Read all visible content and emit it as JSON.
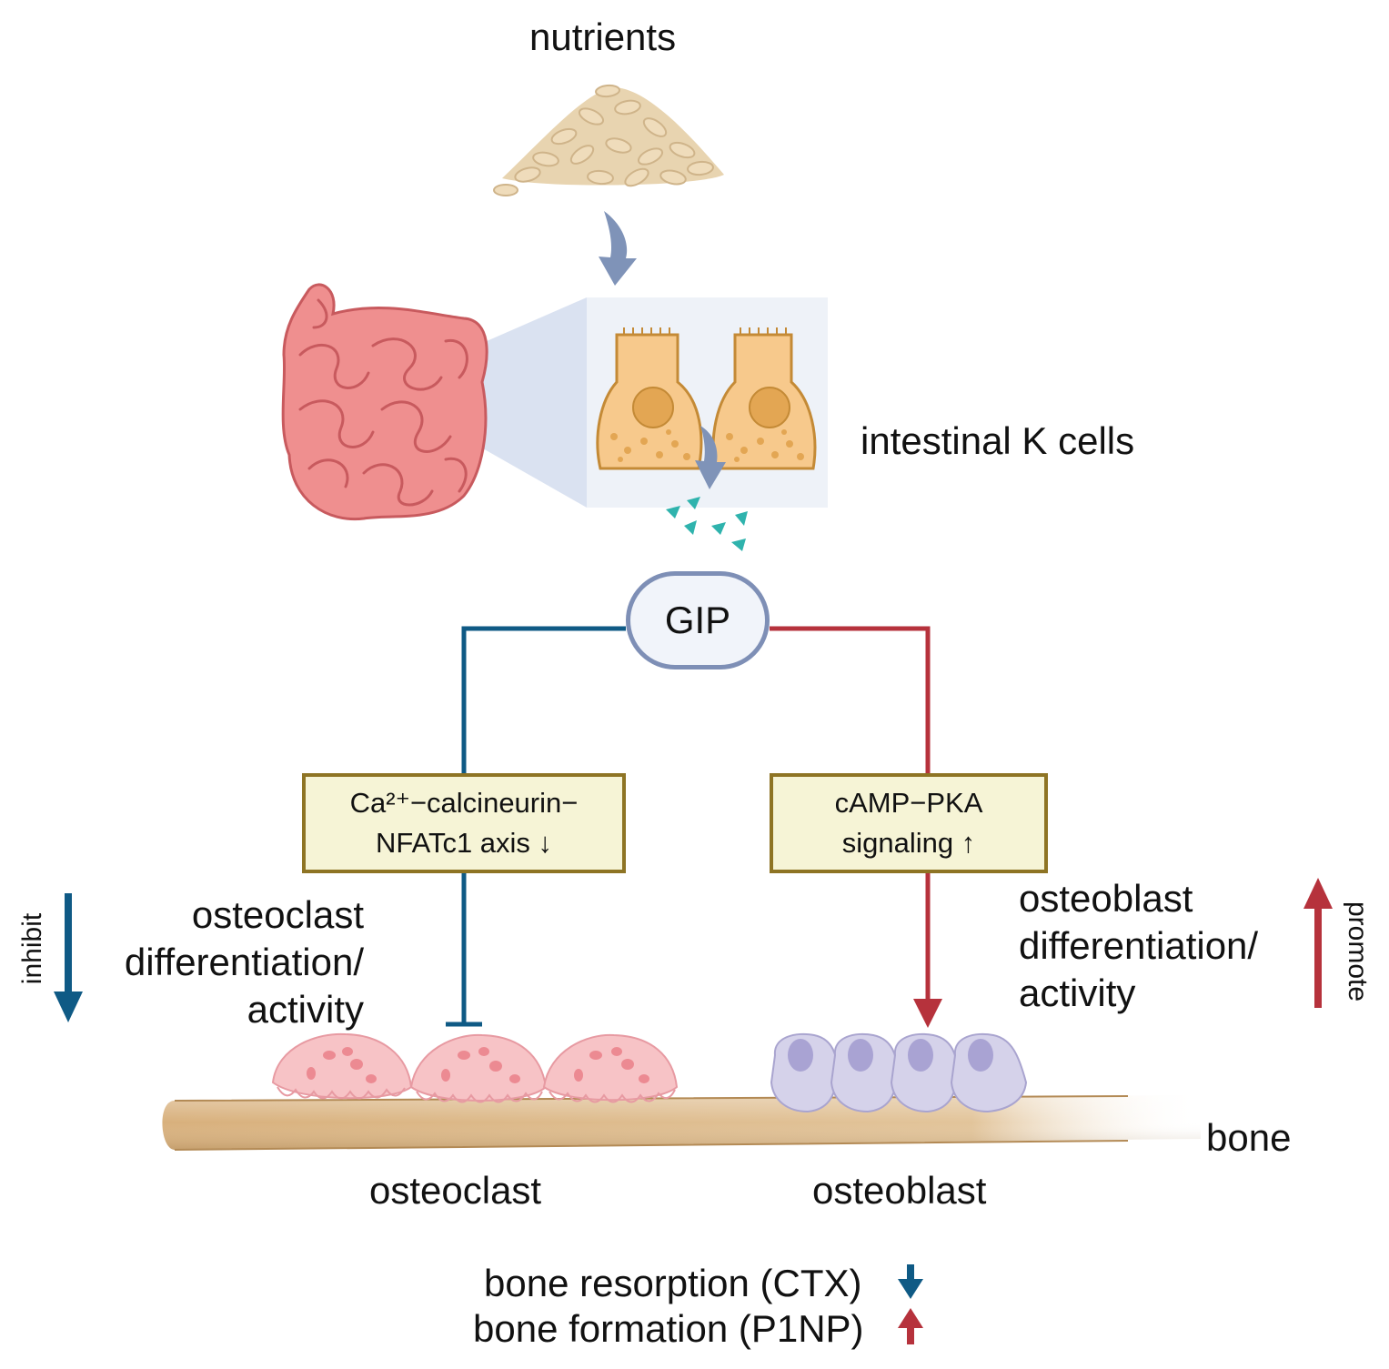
{
  "labels": {
    "nutrients": "nutrients",
    "k_cells": "intestinal K cells",
    "gip": "GIP",
    "pathway_left_line1": "Ca²⁺−calcineurin−",
    "pathway_left_line2": "NFATc1 axis ↓",
    "pathway_right_line1": "cAMP−PKA",
    "pathway_right_line2": "signaling ↑",
    "osteoclast_effect_line1": "osteoclast",
    "osteoclast_effect_line2": "differentiation/",
    "osteoclast_effect_line3": "activity",
    "osteoblast_effect_line1": "osteoblast",
    "osteoblast_effect_line2": "differentiation/",
    "osteoblast_effect_line3": "activity",
    "inhibit": "inhibit",
    "promote": "promote",
    "bone": "bone",
    "osteoclast": "osteoclast",
    "osteoblast": "osteoblast",
    "bone_resorption": "bone resorption (CTX)",
    "bone_formation": "bone formation (P1NP)"
  },
  "colors": {
    "inhibit_blue": "#0f5a85",
    "promote_red": "#b6323c",
    "flow_arrow": "#7f93b8",
    "box_border": "#8e7424",
    "box_fill": "#f6f4d6",
    "gip_border": "#7e8fb6",
    "intestine": "#ef8f8f",
    "k_cell": "#f7c98c",
    "gip_granule": "#2fb3ad",
    "bone": "#dcb98a",
    "osteoclast_cell": "#f7c3c6",
    "osteoblast_cell": "#d5d2ea"
  }
}
